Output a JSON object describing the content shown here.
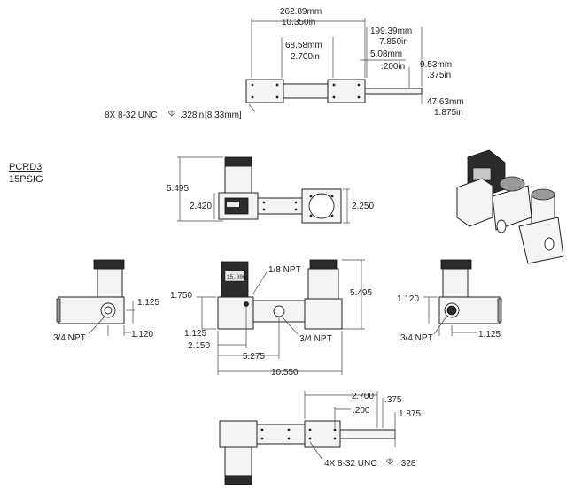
{
  "part": {
    "name": "PCRD3",
    "rating": "15PSIG"
  },
  "top_view": {
    "overall_mm": "262.89mm",
    "overall_in": "10.350in",
    "flange_mm": "199.39mm",
    "flange_in": "7.850in",
    "slot_mm": "68.58mm",
    "slot_in": "2.700in",
    "offset_mm": "5.08mm",
    "offset_in": ".200in",
    "tab_mm": "9.53mm",
    "tab_in": ".375in",
    "width_mm": "47.63mm",
    "width_in": "1.875in",
    "tap_note_a": "8X 8-32 UNC",
    "tap_depth_in": ".328in",
    "tap_depth_mm": "[8.33mm]"
  },
  "front_view": {
    "height": "5.495",
    "mid_height": "2.420",
    "right_height": "2.250"
  },
  "left_view": {
    "dim_a": "1.125",
    "dim_b": "1.120",
    "port": "3/4 NPT"
  },
  "center_view": {
    "gauge_port": "1/8 NPT",
    "height": "5.495",
    "port_height": "1.750",
    "dim_a": "1.125",
    "dim_b": "2.150",
    "dim_c": "5.275",
    "overall": "10.550",
    "port": "3/4 NPT",
    "display_text": "15.000"
  },
  "right_view": {
    "dim_a": "1.120",
    "dim_b": "1.125",
    "port": "3/4 NPT"
  },
  "bottom_view": {
    "slot": "2.700",
    "offset": ".200",
    "tab": ".375",
    "width": "1.875",
    "tap_note": "4X 8-32 UNC",
    "tap_depth": ".328"
  },
  "icons": {
    "depth": "depth-symbol-icon"
  },
  "colors": {
    "line": "#444444",
    "body": "#f4f4f4",
    "dark": "#2b2b2b"
  }
}
